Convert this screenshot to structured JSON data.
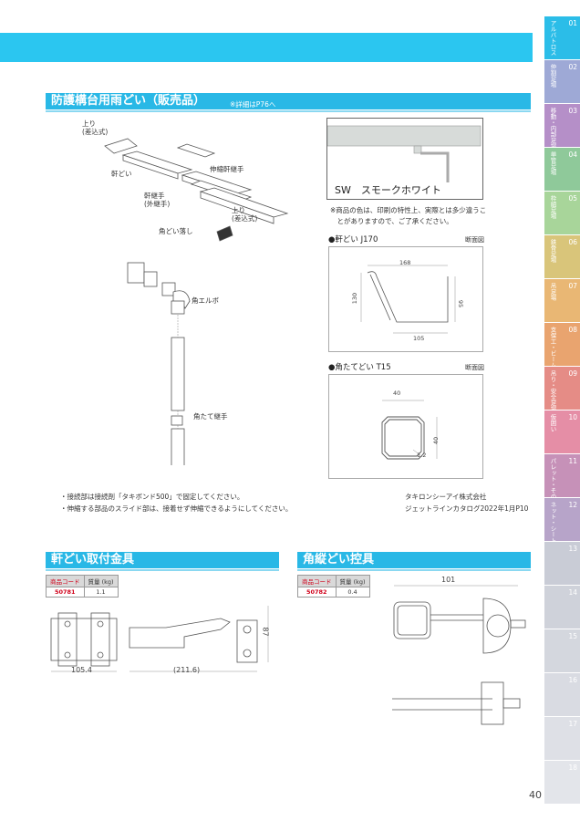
{
  "page_number": "40",
  "section1": {
    "title": "防護構台用雨どい（販売品）",
    "note": "※詳細はP76へ",
    "parts": {
      "agari_top": "上り\n(差込式)",
      "nokidoi": "軒どい",
      "shinshuku_tsugite": "伸縮軒継手",
      "nokitsugite": "軒継手\n(外継手)",
      "agari_bottom": "上り\n(差込式)",
      "kadodoi_otoshi": "角どい落し",
      "kaku_elbow": "角エルボ",
      "kakutate_tsugite": "角たて継手"
    },
    "photo_caption": "SW　スモークホワイト",
    "color_note": "※商品の色は、印刷の特性上、実際とは多少違うこ\n　とがありますので、ご了承ください。",
    "nokidoi_heading": "●軒どい J170",
    "nokidoi_section": "断面図",
    "nokidoi_dims": {
      "top": "168",
      "left": "130",
      "right": "95",
      "bottom": "105"
    },
    "kakutate_heading": "●角たてどい T15",
    "kakutate_section": "断面図",
    "kakutate_dims": {
      "top": "40",
      "right": "40",
      "inner": "1.2"
    },
    "bullet_notes": [
      "・接続部は接続剤「タキボンド500」で固定してください。",
      "・伸縮する部品のスライド部は、接着せず伸縮できるようにしてください。"
    ],
    "company_lines": [
      "タキロンシーアイ株式会社",
      "ジェットラインカタログ2022年1月P10"
    ]
  },
  "section2": {
    "title": "軒どい取付金具",
    "table": {
      "headers": [
        "商品コード",
        "質量 (kg)"
      ],
      "row": [
        "50781",
        "1.1"
      ]
    },
    "dims": {
      "width": "105.4",
      "length": "(211.6)",
      "height": "87"
    }
  },
  "section3": {
    "title": "角縦どい控具",
    "table": {
      "headers": [
        "商品コード",
        "質量 (kg)"
      ],
      "row": [
        "50782",
        "0.4"
      ]
    },
    "dims": {
      "width": "101"
    }
  },
  "side_tabs": [
    {
      "num": "01",
      "label": "アルバトロス",
      "color": "#2bbde8"
    },
    {
      "num": "02",
      "label": "仲割足場",
      "color": "#9ea9d6"
    },
    {
      "num": "03",
      "label": "移動・内部足場",
      "color": "#b58fc8"
    },
    {
      "num": "04",
      "label": "単管足場",
      "color": "#8fc99a"
    },
    {
      "num": "05",
      "label": "枠組足場",
      "color": "#a8d59a"
    },
    {
      "num": "06",
      "label": "鉄骨足場",
      "color": "#d9c57a"
    },
    {
      "num": "07",
      "label": "吊足場",
      "color": "#e9b774"
    },
    {
      "num": "08",
      "label": "支保工・ビーム",
      "color": "#e9a46f"
    },
    {
      "num": "09",
      "label": "吊り・安全足場",
      "color": "#e58c86"
    },
    {
      "num": "10",
      "label": "仮囲い",
      "color": "#e58ea6"
    },
    {
      "num": "11",
      "label": "パレット・その他機材",
      "color": "#c691b8"
    },
    {
      "num": "12",
      "label": "ネット・シート・養生",
      "color": "#b7a4c9"
    },
    {
      "num": "13",
      "label": "",
      "color": "#c9ccd6"
    },
    {
      "num": "14",
      "label": "",
      "color": "#cfd2da"
    },
    {
      "num": "15",
      "label": "",
      "color": "#d4d7de"
    },
    {
      "num": "16",
      "label": "",
      "color": "#d9dbe2"
    },
    {
      "num": "17",
      "label": "",
      "color": "#dee0e6"
    },
    {
      "num": "18",
      "label": "",
      "color": "#e3e5ea"
    }
  ]
}
